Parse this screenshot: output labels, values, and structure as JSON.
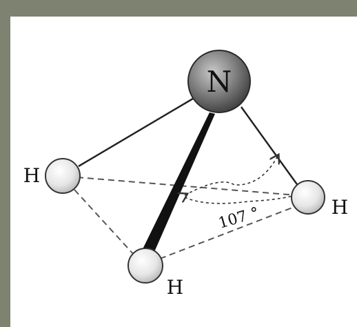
{
  "diagram": {
    "atoms": {
      "nitrogen": "N",
      "hydrogen_left": "H",
      "hydrogen_front": "H",
      "hydrogen_right": "H"
    },
    "angle_label": "107 °"
  },
  "colors": {
    "background_border": "#7d8271",
    "panel": "#ffffff",
    "nitrogen_fill": "#7a7a7a",
    "hydrogen_fill": "#e8e8e8",
    "bond": "#222222"
  }
}
